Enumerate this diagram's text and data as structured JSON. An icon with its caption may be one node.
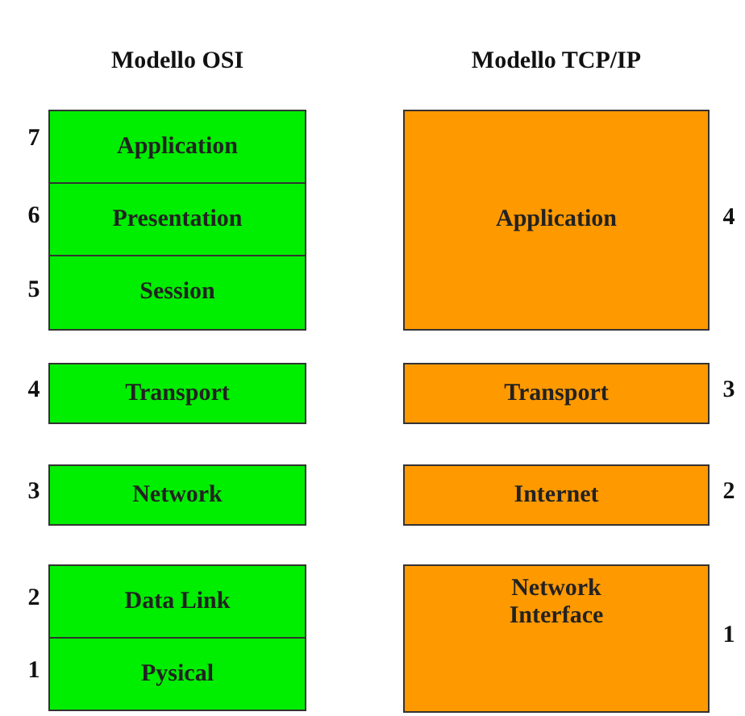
{
  "diagram": {
    "nodes": [
      {
        "text": [
          "Application"
        ],
        "beside": [
          "7"
        ]
      },
      {
        "text": [
          "Presentation"
        ],
        "beside": [
          "6"
        ]
      },
      {
        "text": [
          "Session"
        ],
        "beside": [
          "5"
        ]
      },
      {
        "text": [
          "Transport"
        ],
        "beside": [
          "4"
        ]
      },
      {
        "text": [
          "Network"
        ],
        "beside": [
          "3"
        ]
      },
      {
        "text": [
          "Data Link"
        ],
        "beside": [
          "2"
        ]
      },
      {
        "text": [
          "Pysical"
        ],
        "beside": [
          "1"
        ]
      },
      {
        "text": [
          "Application"
        ],
        "beside": [
          "4"
        ]
      },
      {
        "text": [
          "Transport"
        ],
        "beside": [
          "3"
        ]
      },
      {
        "text": [
          "Internet"
        ],
        "beside": [
          "2"
        ]
      },
      {
        "text": [
          "Network Interface"
        ],
        "beside": [
          "1"
        ]
      }
    ],
    "labels": [
      "Modello OSI",
      "Modello TCP/IP"
    ]
  }
}
